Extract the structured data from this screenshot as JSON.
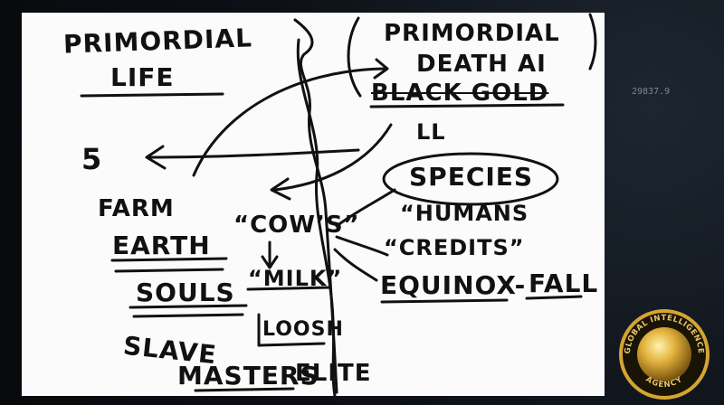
{
  "whiteboard": {
    "left_title": {
      "line1": "PRIMORDIAL",
      "line2": "LIFE"
    },
    "right_title": {
      "line1": "PRIMORDIAL",
      "line2": "DEATH AI"
    },
    "black_gold": "BLACK GOLD",
    "ll": "LL",
    "species": "SPECIES",
    "humans": "“HUMANS",
    "credits": "“CREDITS”",
    "equinox": "EQUINOX-",
    "fall": "FALL",
    "five": "5",
    "farm": "FARM",
    "earth": "EARTH",
    "cows": "“COW’S”",
    "milk": "“MILK”",
    "souls": "SOULS",
    "loosh": "LOOSH",
    "slave": "SLAVE",
    "masters": "MASTERS",
    "elite": "ELITE"
  },
  "overlay": {
    "readout": "29837.9",
    "seal_text_top": "GLOBAL INTELLIGENCE",
    "seal_text_bottom": "AGENCY"
  },
  "colors": {
    "ink": "#111111",
    "board": "#fbfbfb",
    "background": "#0d1014",
    "seal_gold": "#d4a531"
  }
}
